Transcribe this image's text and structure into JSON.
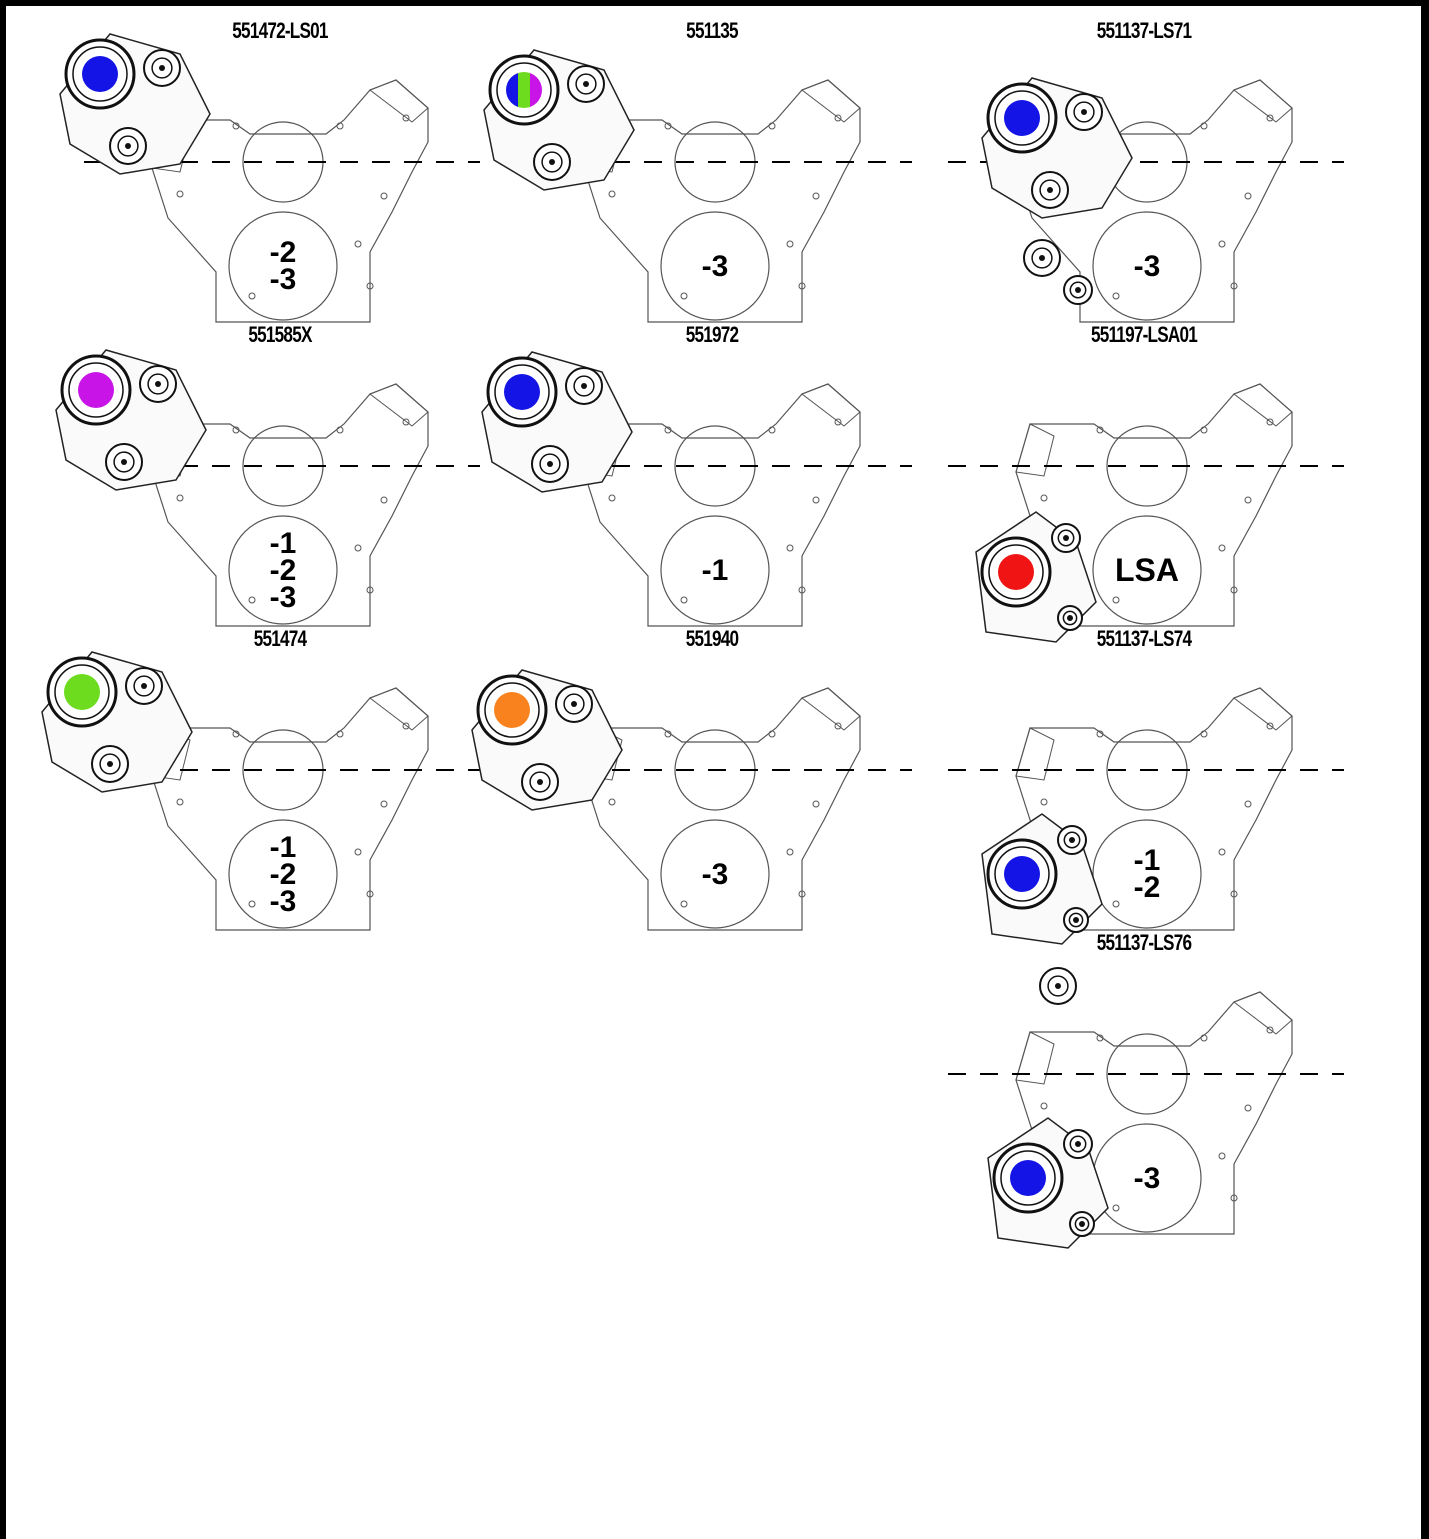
{
  "colors": {
    "blue": "#1414e6",
    "magenta": "#c814e6",
    "green": "#6edc1e",
    "orange": "#fa821e",
    "red": "#f01414",
    "divider": "#000000",
    "outline": "#555555"
  },
  "kits": [
    {
      "part_number": "551472-LS01",
      "variants": "-2\n-3",
      "pump_colors": [
        "blue"
      ]
    },
    {
      "part_number": "551135",
      "variants": "-3",
      "pump_colors": [
        "blue",
        "green",
        "magenta"
      ]
    },
    {
      "part_number": "551137-LS71",
      "variants": "-3",
      "pump_colors": [
        "blue"
      ]
    },
    {
      "part_number": "551585X",
      "variants": "-1\n-2\n-3",
      "pump_colors": [
        "magenta"
      ]
    },
    {
      "part_number": "551972",
      "variants": "-1",
      "pump_colors": [
        "blue"
      ]
    },
    {
      "part_number": "551197-LSA01",
      "variants": "LSA",
      "pump_colors": [
        "red"
      ]
    },
    {
      "part_number": "551474",
      "variants": "-1\n-2\n-3",
      "pump_colors": [
        "green"
      ]
    },
    {
      "part_number": "551940",
      "variants": "-3",
      "pump_colors": [
        "orange"
      ]
    },
    {
      "part_number": "551137-LS74",
      "variants": "-1\n-2",
      "pump_colors": [
        "blue"
      ]
    },
    {
      "part_number": "551137-LS76",
      "variants": "-3",
      "pump_colors": [
        "blue"
      ]
    }
  ]
}
